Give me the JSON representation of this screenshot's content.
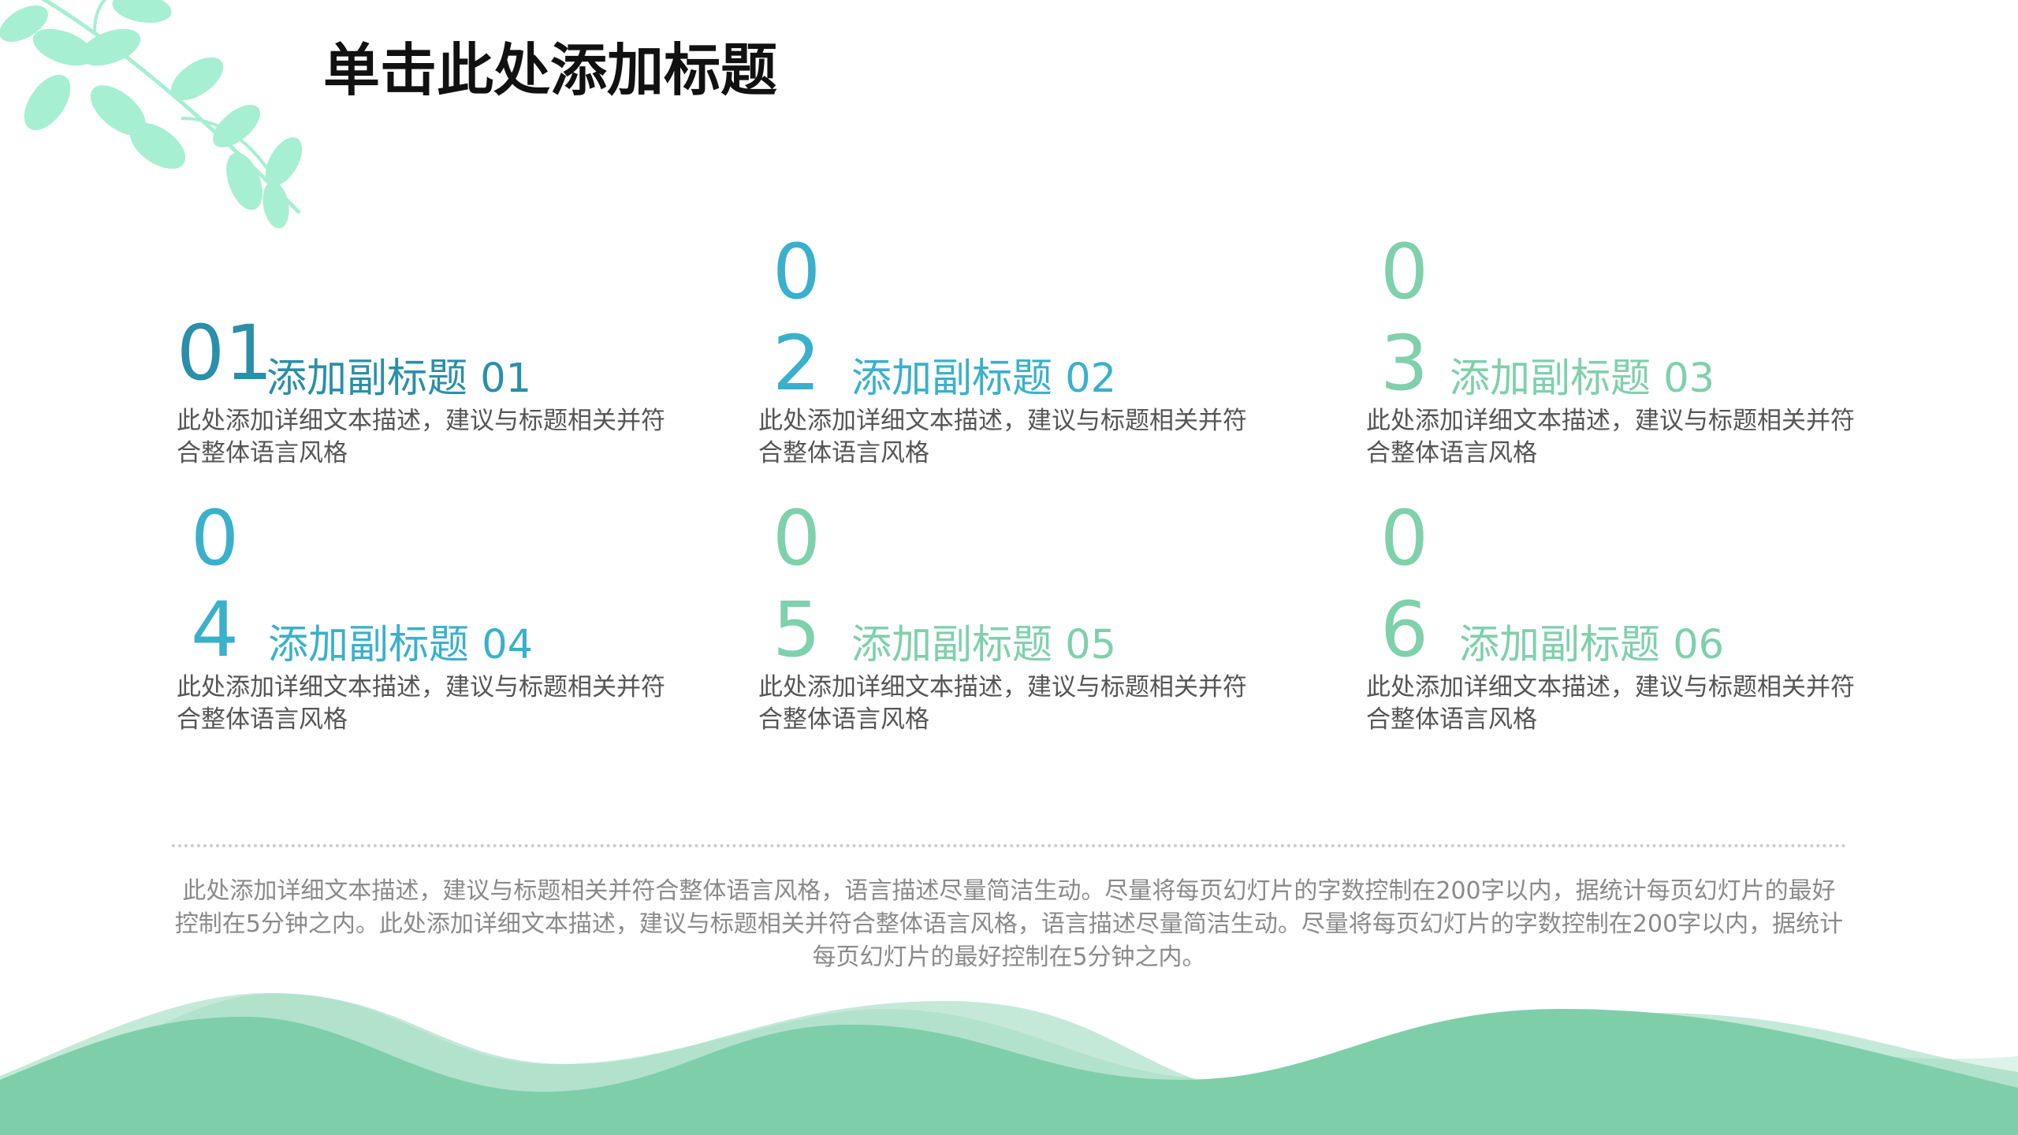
{
  "title": "单击此处添加标题",
  "colors": {
    "teal_dark": "#2a8fa8",
    "teal": "#3ab0cc",
    "mint": "#7fd0ac",
    "leaf": "#a6efd2",
    "wave_main": "#7ecfa9",
    "wave_light": "#cfeee0"
  },
  "items": [
    {
      "number": "01",
      "subtitle": "添加副标题 01",
      "desc": "此处添加详细文本描述，建议与标题相关并符合整体语言风格"
    },
    {
      "number": "02",
      "subtitle": "添加副标题 02",
      "desc": "此处添加详细文本描述，建议与标题相关并符合整体语言风格"
    },
    {
      "number": "03",
      "subtitle": "添加副标题 03",
      "desc": "此处添加详细文本描述，建议与标题相关并符合整体语言风格"
    },
    {
      "number": "04",
      "subtitle": "添加副标题 04",
      "desc": "此处添加详细文本描述，建议与标题相关并符合整体语言风格"
    },
    {
      "number": "05",
      "subtitle": "添加副标题 05",
      "desc": "此处添加详细文本描述，建议与标题相关并符合整体语言风格"
    },
    {
      "number": "06",
      "subtitle": "添加副标题 06",
      "desc": "此处添加详细文本描述，建议与标题相关并符合整体语言风格"
    }
  ],
  "footer": "此处添加详细文本描述，建议与标题相关并符合整体语言风格，语言描述尽量简洁生动。尽量将每页幻灯片的字数控制在200字以内，据统计每页幻灯片的最好控制在5分钟之内。此处添加详细文本描述，建议与标题相关并符合整体语言风格，语言描述尽量简洁生动。尽量将每页幻灯片的字数控制在200字以内，据统计每页幻灯片的最好控制在5分钟之内。",
  "decorations": {
    "top_left": "leaf-branch",
    "bottom": "green-hills"
  }
}
